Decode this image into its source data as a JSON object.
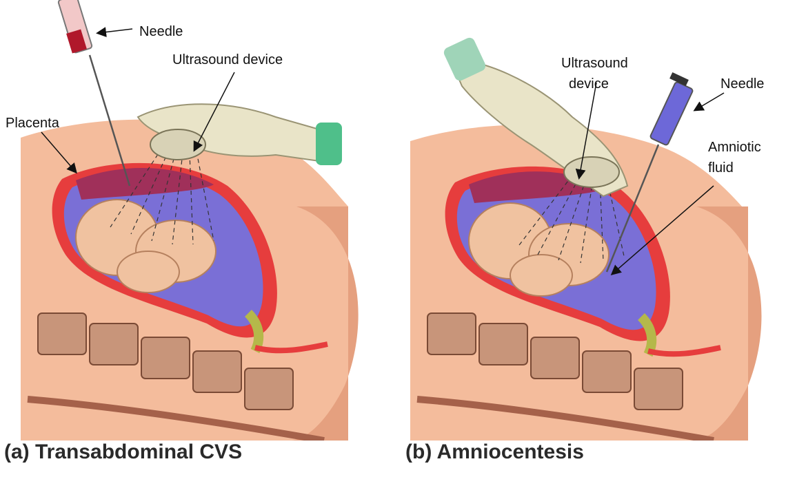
{
  "panel_a": {
    "caption": "(a)  Transabdominal CVS",
    "labels": {
      "needle": "Needle",
      "ultrasound": "Ultrasound device",
      "placenta": "Placenta"
    }
  },
  "panel_b": {
    "caption": "(b) Amniocentesis",
    "labels": {
      "ultrasound_line1": "Ultrasound",
      "ultrasound_line2": "device",
      "needle": "Needle",
      "amniotic_line1": "Amniotic",
      "amniotic_line2": "fluid"
    }
  },
  "colors": {
    "skin": "#f4bc9c",
    "skin_dark": "#e5a07f",
    "uterus_wall": "#e63d3d",
    "amniotic_fluid": "#7a6fd6",
    "placenta": "#a0305a",
    "fetus": "#f0c2a0",
    "glove": "#e9e4c8",
    "cuff": "#4fbf8a",
    "spine": "#c8957a",
    "syringe_red": "#b0182b",
    "syringe_blue": "#6d68d8"
  }
}
